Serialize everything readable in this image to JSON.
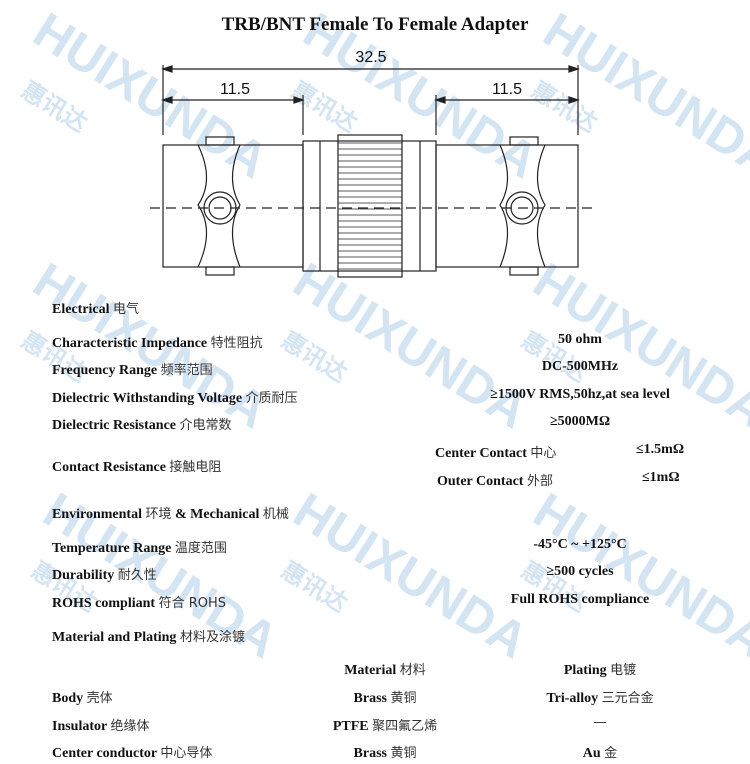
{
  "title": "TRB/BNT Female To Female Adapter",
  "dimensions": {
    "overall": "32.5",
    "left": "11.5",
    "right": "11.5"
  },
  "watermark": {
    "brand": "HUIXUNDA",
    "chinese": "惠讯达"
  },
  "electrical": {
    "header_en": "Electrical",
    "header_cn": "电气",
    "impedance": {
      "en": "Characteristic Impedance",
      "cn": "特性阻抗",
      "value": "50 ohm"
    },
    "frequency": {
      "en": "Frequency Range",
      "cn": "频率范围",
      "value": "DC-500MHz"
    },
    "dwv": {
      "en": "Dielectric Withstanding Voltage",
      "cn": "介质耐压",
      "value": "≥1500V RMS,50hz,at sea level"
    },
    "resistance": {
      "en": "Dielectric Resistance",
      "cn": "介电常数",
      "value": "≥5000MΩ"
    },
    "contact": {
      "en": "Contact Resistance",
      "cn": "接触电阻",
      "center_en": "Center Contact",
      "center_cn": "中心",
      "center_value": "≤1.5mΩ",
      "outer_en": "Outer Contact",
      "outer_cn": "外部",
      "outer_value": "≤1mΩ"
    }
  },
  "environmental": {
    "header_en": "Environmental",
    "header_cn": "环境",
    "header2_en": "& Mechanical",
    "header2_cn": "机械",
    "temperature": {
      "en": "Temperature Range",
      "cn": "温度范围",
      "value": "-45°C ~ +125°C"
    },
    "durability": {
      "en": "Durability",
      "cn": "耐久性",
      "value": "≥500 cycles"
    },
    "rohs": {
      "en": "ROHS compliant",
      "cn": "符合 ROHS",
      "value": "Full ROHS compliance"
    },
    "material": {
      "en": "Material and Plating",
      "cn": "材料及涂镀"
    }
  },
  "materials_table": {
    "col_material_en": "Material",
    "col_material_cn": "材料",
    "col_plating_en": "Plating",
    "col_plating_cn": "电镀",
    "rows": [
      {
        "part_en": "Body",
        "part_cn": "壳体",
        "mat_en": "Brass",
        "mat_cn": "黄铜",
        "plat_en": "Tri-alloy",
        "plat_cn": "三元合金"
      },
      {
        "part_en": "Insulator",
        "part_cn": "绝缘体",
        "mat_en": "PTFE",
        "mat_cn": "聚四氟乙烯",
        "plat_en": "",
        "plat_cn": "—"
      },
      {
        "part_en": "Center conductor",
        "part_cn": "中心导体",
        "mat_en": "Brass",
        "mat_cn": "黄铜",
        "plat_en": "Au",
        "plat_cn": "金"
      }
    ]
  }
}
